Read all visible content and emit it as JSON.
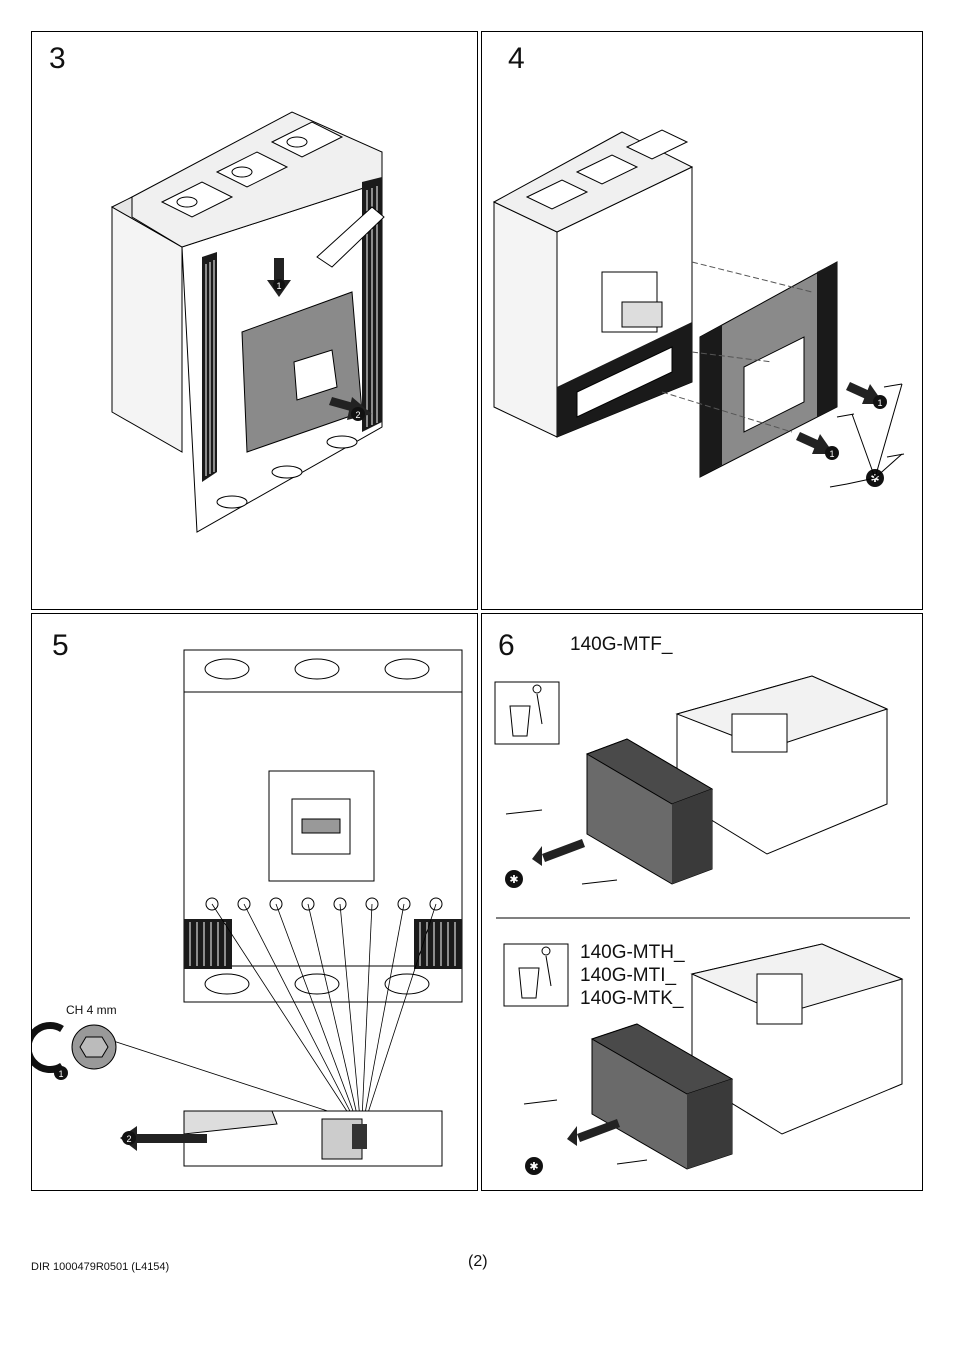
{
  "steps": {
    "step3": {
      "number": "3"
    },
    "step4": {
      "number": "4"
    },
    "step5": {
      "number": "5",
      "tool_label": "CH 4 mm"
    },
    "step6": {
      "number": "6",
      "model_top": "140G-MTF_",
      "models_bottom": [
        "140G-MTH_",
        "140G-MTI_",
        "140G-MTK_"
      ]
    }
  },
  "callouts": {
    "one": "1",
    "two": "2"
  },
  "icons": [
    "arrow-down-icon",
    "arrow-right-icon",
    "screw-icon",
    "hex-wrench-icon",
    "recycle-bin-icon",
    "rotate-ccw-icon"
  ],
  "colors": {
    "panel_border": "#000000",
    "cover_gray": "#8a8a8a",
    "dark_gray": "#4a4a4a",
    "heatsink": "#1a1a1a"
  },
  "footer": {
    "doc_ref": "DIR 1000479R0501 (L4154)",
    "page": "(2)"
  }
}
